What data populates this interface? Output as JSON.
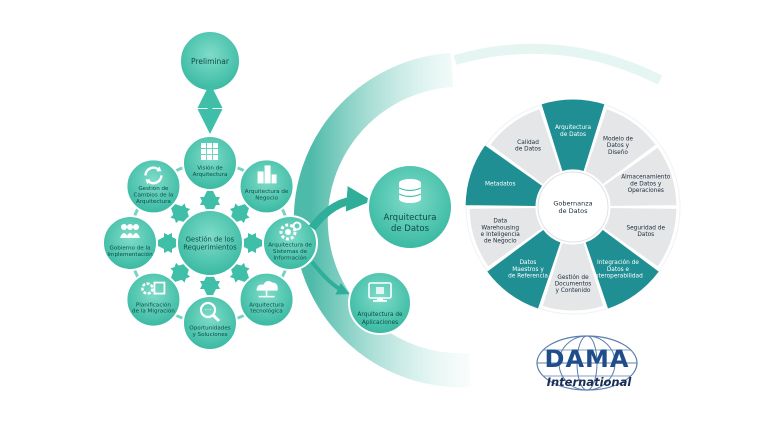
{
  "togaf": {
    "preliminar": "Preliminar",
    "center": [
      "Gestión de los",
      "Requerimientos"
    ],
    "phases": [
      {
        "icon": "building-blocks-icon",
        "lines": [
          "Visión de",
          "Arquitectura"
        ]
      },
      {
        "icon": "buildings-icon",
        "lines": [
          "Arquitectura de",
          "Negocio"
        ]
      },
      {
        "icon": "gears-icon",
        "lines": [
          "Arquitectura de",
          "Sistemas de",
          "Información"
        ]
      },
      {
        "icon": "cloud-network-icon",
        "lines": [
          "Arquitectura",
          "tecnológica"
        ]
      },
      {
        "icon": "magnifier-icon",
        "lines": [
          "Oportunidades",
          "y Soluciones"
        ]
      },
      {
        "icon": "migration-icon",
        "lines": [
          "Planificación",
          "de la Migración"
        ]
      },
      {
        "icon": "people-icon",
        "lines": [
          "Gobierno de la",
          "Implementación"
        ]
      },
      {
        "icon": "cycle-arrows-icon",
        "lines": [
          "Gestión de",
          "Cambios de la",
          "Arquitectura"
        ]
      }
    ],
    "data_arch": [
      "Arquitectura",
      "de Datos"
    ],
    "app_arch": [
      "Arquitectura de",
      "Aplicaciones"
    ]
  },
  "dama": {
    "center": [
      "Gobernanza",
      "de Datos"
    ],
    "segments": [
      {
        "lines": [
          "Arquitectura",
          "de Datos"
        ],
        "accent": true
      },
      {
        "lines": [
          "Modelo de",
          "Datos y",
          "Diseño"
        ],
        "accent": false
      },
      {
        "lines": [
          "Almacenamiento",
          "de Datos y",
          "Operaciones"
        ],
        "accent": false
      },
      {
        "lines": [
          "Seguridad de",
          "Datos"
        ],
        "accent": false
      },
      {
        "lines": [
          "Integración de",
          "Datos e",
          "Interoperabilidad"
        ],
        "accent": true
      },
      {
        "lines": [
          "Gestión de",
          "Documentos",
          "y Contenido"
        ],
        "accent": false
      },
      {
        "lines": [
          "Datos",
          "Maestros y",
          "de Referencia"
        ],
        "accent": true
      },
      {
        "lines": [
          "Data",
          "Warehousing",
          "e Inteligencia",
          "de Negocio"
        ],
        "accent": false
      },
      {
        "lines": [
          "Metadatos"
        ],
        "accent": true
      },
      {
        "lines": [
          "Calidad",
          "de Datos"
        ],
        "accent": false
      }
    ],
    "logo": {
      "name": "DAMA",
      "sub": "International"
    }
  },
  "colors": {
    "teal": "#3fbfa8",
    "teal_light": "#7fd8c6",
    "accent_segment": "#1f8f94",
    "grey_segment": "#e4e6e8",
    "navy": "#1b3a6b"
  }
}
